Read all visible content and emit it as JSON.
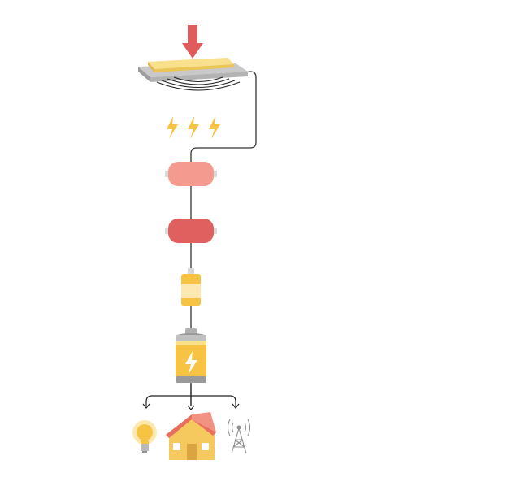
{
  "diagram": {
    "title": "",
    "stages": [
      {
        "id": "pressure-input",
        "icon": "down-arrow-icon",
        "color": "#e05c5c"
      },
      {
        "id": "piezo-plate",
        "icon": "plate-icon",
        "color": "#f5d56b"
      },
      {
        "id": "vibration",
        "icon": "vibration-waves-icon"
      },
      {
        "id": "electricity",
        "icon": "lightning-bolts-icon",
        "color": "#f6c343",
        "count": 3
      },
      {
        "id": "converter-1",
        "icon": "capsule-icon",
        "color": "#f59a8e"
      },
      {
        "id": "converter-2",
        "icon": "capsule-icon",
        "color": "#e0605f"
      },
      {
        "id": "storage-cell",
        "icon": "small-battery-icon",
        "color": "#f6c343"
      },
      {
        "id": "battery",
        "icon": "battery-charge-icon",
        "color": "#f6c343"
      }
    ],
    "outputs": [
      {
        "id": "light",
        "icon": "light-bulb-icon",
        "color": "#f6c343"
      },
      {
        "id": "house",
        "icon": "house-icon",
        "color": "#f4a259"
      },
      {
        "id": "tower",
        "icon": "radio-tower-icon",
        "color": "#888888"
      }
    ],
    "colors": {
      "connector": "#333333",
      "gray": "#c7c7c7",
      "dark_gray": "#8f8f8f"
    }
  }
}
